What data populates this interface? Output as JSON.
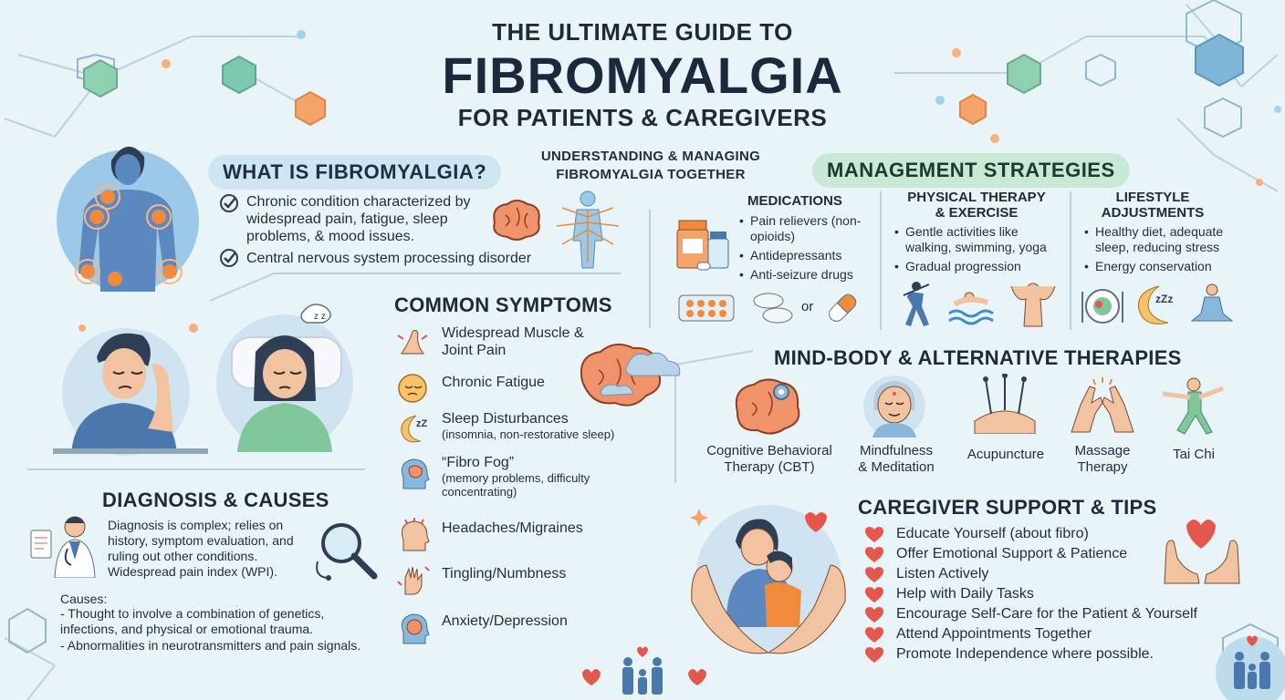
{
  "header": {
    "top": "THE ULTIMATE GUIDE TO",
    "main": "FIBROMYALGIA",
    "sub": "FOR PATIENTS & CAREGIVERS"
  },
  "tagline": {
    "line1": "UNDERSTANDING & MANAGING",
    "line2": "FIBROMYALGIA TOGETHER"
  },
  "what_is": {
    "title": "WHAT IS FIBROMYALGIA?",
    "items": [
      "Chronic condition characterized by widespread pain, fatigue, sleep problems, & mood issues.",
      "Central nervous system processing disorder"
    ]
  },
  "symptoms": {
    "title": "COMMON SYMPTOMS",
    "items": [
      {
        "label": "Widespread Muscle & Joint Pain",
        "note": ""
      },
      {
        "label": "Chronic Fatigue",
        "note": ""
      },
      {
        "label": "Sleep Disturbances",
        "note": "(insomnia, non-restorative sleep)"
      },
      {
        "label": "“Fibro Fog”",
        "note": "(memory problems, difficulty concentrating)"
      },
      {
        "label": "Headaches/Migraines",
        "note": ""
      },
      {
        "label": "Tingling/Numbness",
        "note": ""
      },
      {
        "label": "Anxiety/Depression",
        "note": ""
      }
    ]
  },
  "diagnosis": {
    "title": "DIAGNOSIS & CAUSES",
    "text": "Diagnosis is complex; relies on history, symptom evaluation, and ruling out other conditions. Widespread pain index (WPI).",
    "causes_label": "Causes:",
    "causes": [
      "- Thought to involve a combination of genetics, infections, and physical or emotional trauma.",
      "- Abnormalities in neurotransmitters and pain signals."
    ]
  },
  "management": {
    "title": "MANAGEMENT STRATEGIES",
    "medications": {
      "title": "MEDICATIONS",
      "items": [
        "Pain relievers (non-opioids)",
        "Antidepressants",
        "Anti-seizure drugs"
      ],
      "or": "or"
    },
    "physical": {
      "title_line1": "PHYSICAL THERAPY",
      "title_line2": "& EXERCISE",
      "items": [
        "Gentle activities like walking, swimming, yoga",
        "Gradual progression"
      ]
    },
    "lifestyle": {
      "title_line1": "LIFESTYLE",
      "title_line2": "ADJUSTMENTS",
      "items": [
        "Healthy diet, adequate sleep, reducing stress",
        "Energy conservation"
      ]
    }
  },
  "mindbody": {
    "title": "MIND-BODY & ALTERNATIVE THERAPIES",
    "items": [
      {
        "line1": "Cognitive Behavioral",
        "line2": "Therapy (CBT)"
      },
      {
        "line1": "Mindfulness",
        "line2": "& Meditation"
      },
      {
        "line1": "Acupuncture",
        "line2": ""
      },
      {
        "line1": "Massage",
        "line2": "Therapy"
      },
      {
        "line1": "Tai Chi",
        "line2": ""
      }
    ]
  },
  "caregiver": {
    "title": "CAREGIVER SUPPORT & TIPS",
    "items": [
      "Educate Yourself (about fibro)",
      "Offer Emotional Support & Patience",
      "Listen Actively",
      "Help with Daily Tasks",
      "Encourage Self-Care for the Patient & Yourself",
      "Attend Appointments Together",
      "Promote Independence where possible."
    ]
  },
  "colors": {
    "background": "#e9f4f8",
    "pain_glow": "#f08a3c",
    "heart": "#e4574e",
    "blue_pill": "#cde6f2",
    "green_pill": "#c9e9d7"
  }
}
